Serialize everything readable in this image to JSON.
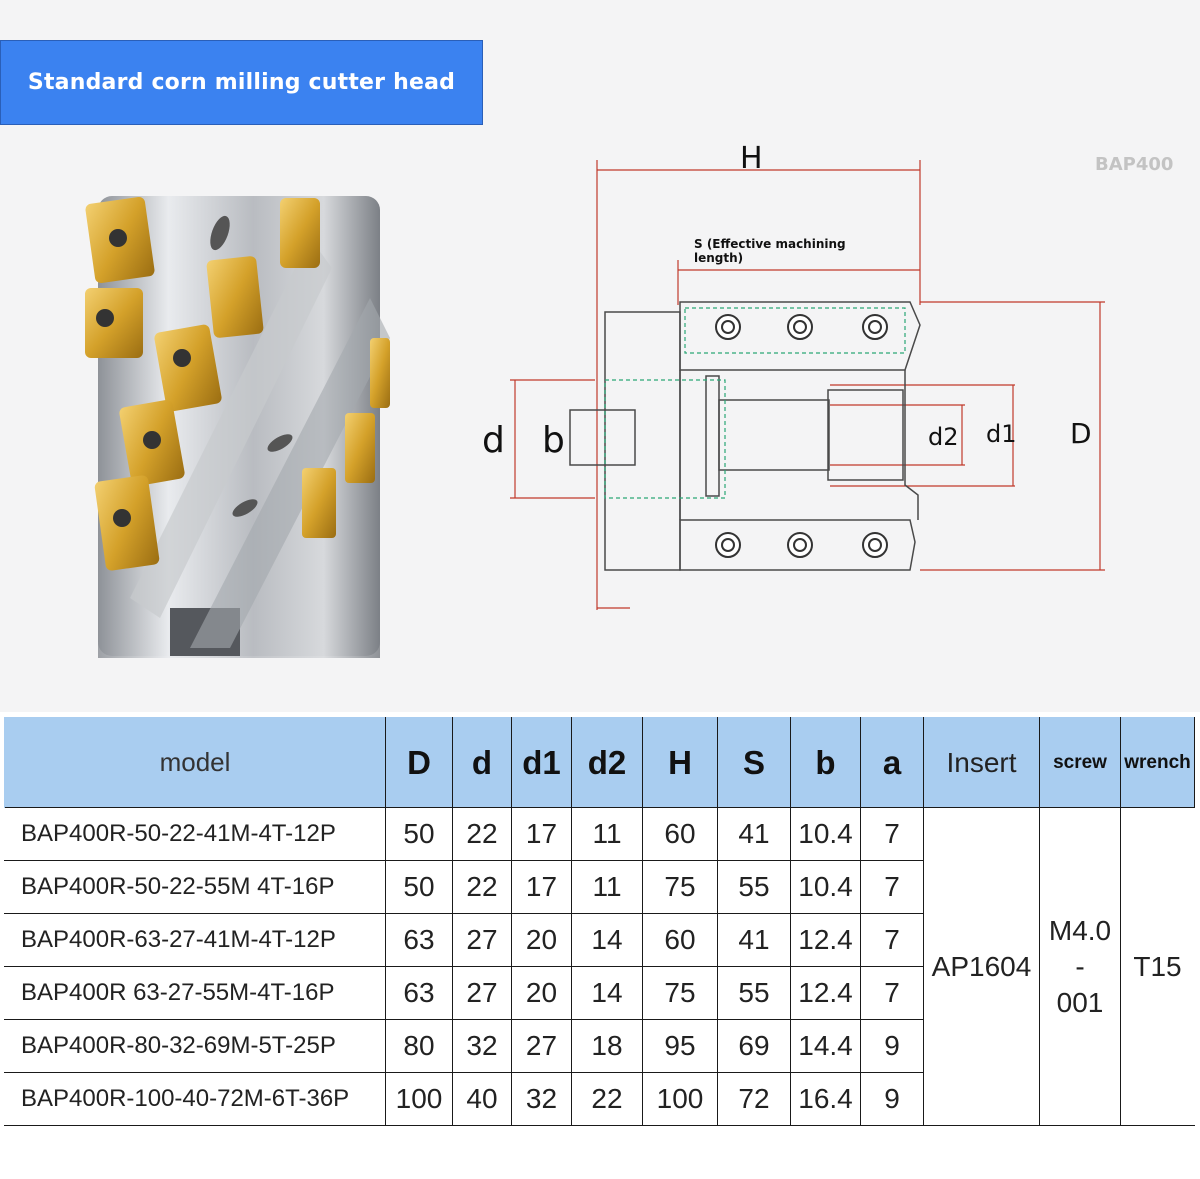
{
  "banner": {
    "title": "Standard corn milling cutter head"
  },
  "drawing": {
    "label_H": "H",
    "label_S": "S (Effective machining length)",
    "label_S_line1": "S (Effective machining",
    "label_S_line2": "length)",
    "label_d": "d",
    "label_b": "b",
    "label_d2": "d2",
    "label_d1": "d1",
    "label_D": "D",
    "watermark": "BAP400"
  },
  "table": {
    "headers": [
      "model",
      "D",
      "d",
      "d1",
      "d2",
      "H",
      "S",
      "b",
      "a",
      "Insert",
      "screw",
      "wrench"
    ],
    "rows": [
      [
        "BAP400R-50-22-41M-4T-12P",
        "50",
        "22",
        "17",
        "11",
        "60",
        "41",
        "10.4",
        "7"
      ],
      [
        "BAP400R-50-22-55M 4T-16P",
        "50",
        "22",
        "17",
        "11",
        "75",
        "55",
        "10.4",
        "7"
      ],
      [
        "BAP400R-63-27-41M-4T-12P",
        "63",
        "27",
        "20",
        "14",
        "60",
        "41",
        "12.4",
        "7"
      ],
      [
        "BAP400R 63-27-55M-4T-16P",
        "63",
        "27",
        "20",
        "14",
        "75",
        "55",
        "12.4",
        "7"
      ],
      [
        "BAP400R-80-32-69M-5T-25P",
        "80",
        "32",
        "27",
        "18",
        "95",
        "69",
        "14.4",
        "9"
      ],
      [
        "BAP400R-100-40-72M-6T-36P",
        "100",
        "40",
        "32",
        "22",
        "100",
        "72",
        "16.4",
        "9"
      ]
    ],
    "insert": "AP1604",
    "screw_line1": "M4.0",
    "screw_line2": "-",
    "screw_line3": "001",
    "wrench": "T15"
  },
  "colors": {
    "banner_blue": "#3b82f0",
    "header_blue": "#a9cdf0",
    "insert_gold": "#d4a12a",
    "dimension_red": "#c0392b"
  }
}
